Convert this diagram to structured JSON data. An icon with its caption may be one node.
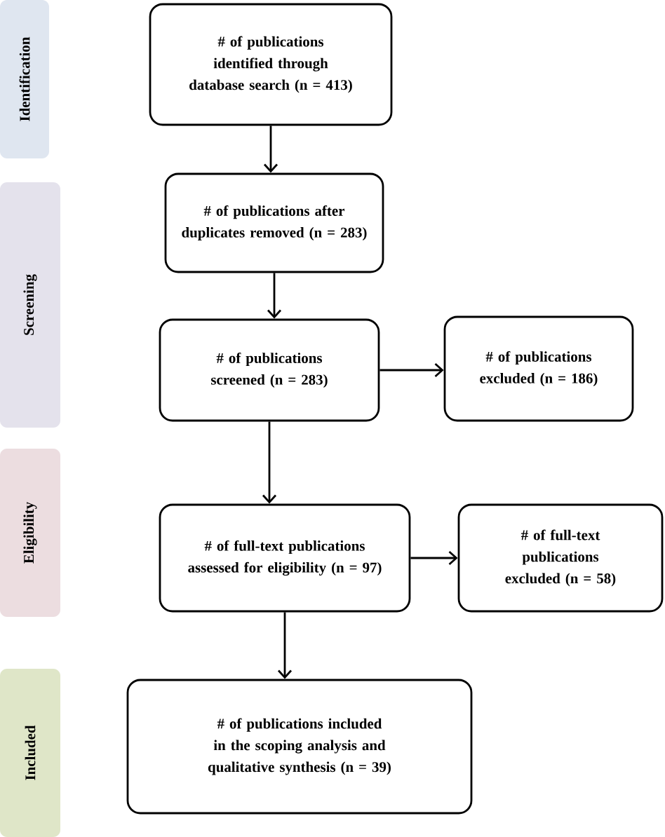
{
  "diagram": {
    "nodes": [
      {
        "text": [
          "Identification"
        ]
      },
      {
        "text": [
          "Screening"
        ]
      },
      {
        "text": [
          "Eligibility"
        ]
      },
      {
        "text": [
          "Included"
        ]
      },
      {
        "text": [
          "# of publications identified through database search (n = 413)"
        ]
      },
      {
        "text": [
          "# of publications after duplicates removed (n = 283)"
        ]
      },
      {
        "text": [
          "# of publications screened (n = 283)"
        ]
      },
      {
        "text": [
          "# of publications excluded (n = 186)"
        ]
      },
      {
        "text": [
          "# of full-text publications assessed for eligibility (n = 97)"
        ]
      },
      {
        "text": [
          "# of full-text publications excluded (n = 58)"
        ]
      },
      {
        "text": [
          "# of publications included in the scoping analysis and qualitative synthesis (n = 39)"
        ]
      }
    ],
    "edges": [
      {
        "from": 4,
        "to": 5,
        "arrow": "to"
      },
      {
        "from": 5,
        "to": 6,
        "arrow": "to"
      },
      {
        "from": 6,
        "to": 7,
        "arrow": "to"
      },
      {
        "from": 6,
        "to": 8,
        "arrow": "to"
      },
      {
        "from": 8,
        "to": 9,
        "arrow": "to"
      },
      {
        "from": 8,
        "to": 10,
        "arrow": "to"
      }
    ]
  }
}
